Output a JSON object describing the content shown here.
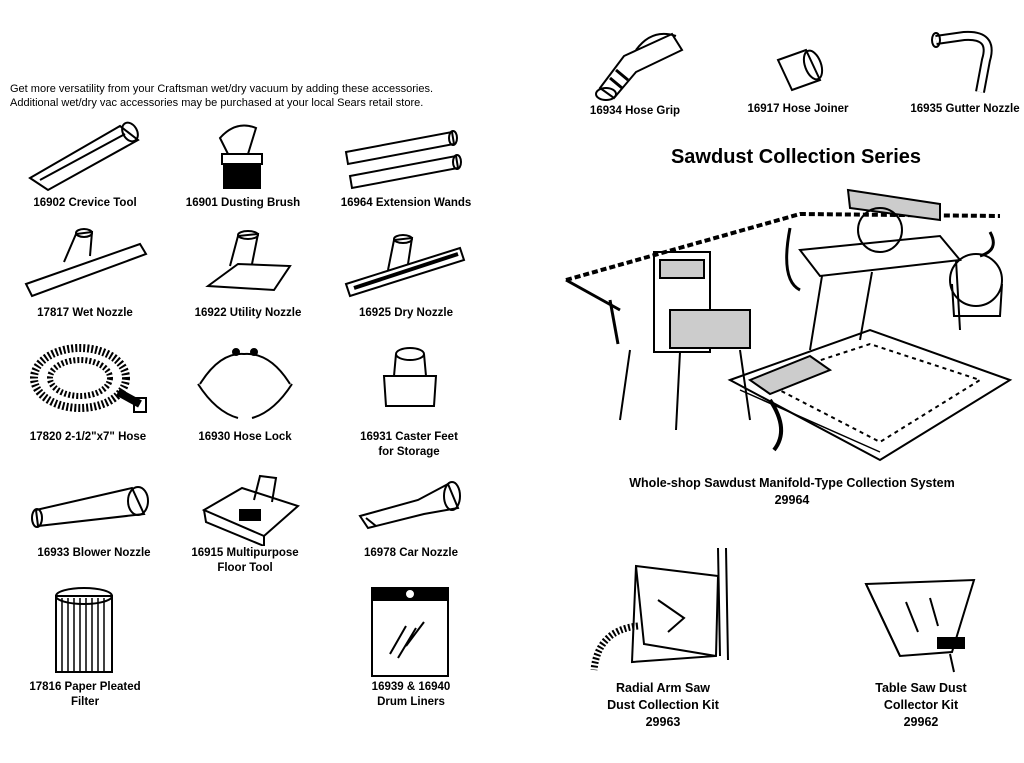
{
  "intro": {
    "line1": "Get more versatility from your Craftsman wet/dry vacuum by adding these accessories.",
    "line2": "Additional wet/dry vac accessories may be purchased at your local Sears retail store."
  },
  "items": {
    "crevice_tool": "16902 Crevice Tool",
    "dusting_brush": "16901 Dusting Brush",
    "extension_wands": "16964 Extension Wands",
    "wet_nozzle": "17817 Wet Nozzle",
    "utility_nozzle": "16922 Utility Nozzle",
    "dry_nozzle": "16925 Dry Nozzle",
    "hose": "17820 2-1/2\"x7\" Hose",
    "hose_lock": "16930 Hose Lock",
    "caster_feet_1": "16931 Caster Feet",
    "caster_feet_2": "for Storage",
    "blower_nozzle": "16933 Blower Nozzle",
    "floor_tool_1": "16915 Multipurpose",
    "floor_tool_2": "Floor Tool",
    "car_nozzle": "16978 Car Nozzle",
    "filter_1": "17816 Paper Pleated",
    "filter_2": "Filter",
    "drum_liners_1": "16939 & 16940",
    "drum_liners_2": "Drum Liners",
    "hose_grip": "16934 Hose Grip",
    "hose_joiner": "16917 Hose Joiner",
    "gutter_nozzle": "16935 Gutter Nozzle"
  },
  "sawdust": {
    "title": "Sawdust Collection Series",
    "manifold_1": "Whole-shop Sawdust Manifold-Type Collection System",
    "manifold_2": "29964",
    "radial_1": "Radial Arm Saw",
    "radial_2": "Dust Collection Kit",
    "radial_3": "29963",
    "table_1": "Table Saw Dust",
    "table_2": "Collector Kit",
    "table_3": "29962"
  }
}
